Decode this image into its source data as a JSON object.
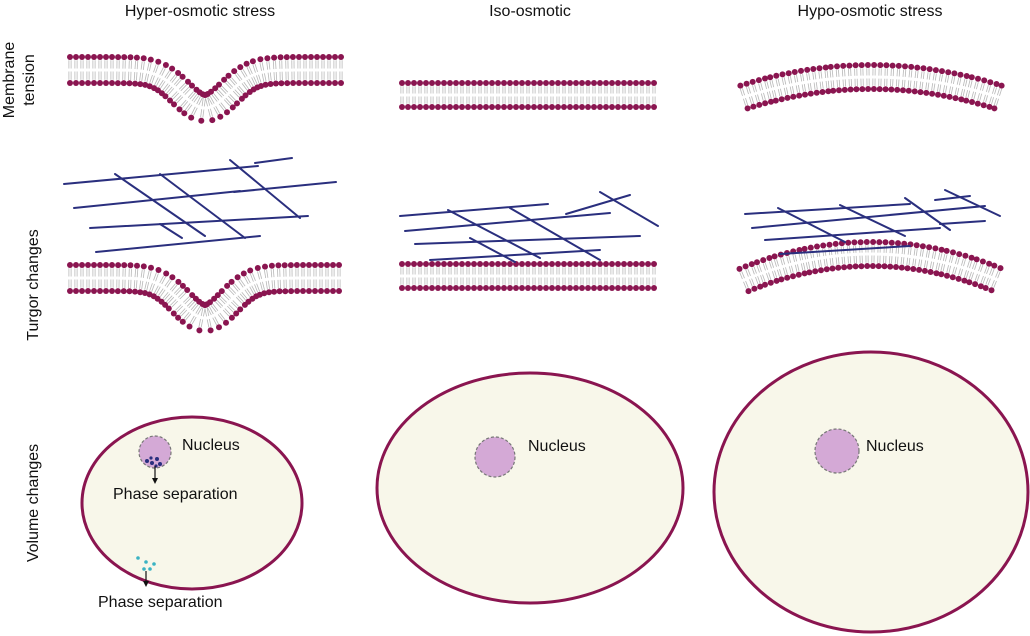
{
  "columns": {
    "hyper": "Hyper-osmotic stress",
    "iso": "Iso-osmotic",
    "hypo": "Hypo-osmotic stress"
  },
  "rows": {
    "membrane_tension_line1": "Membrane",
    "membrane_tension_line2": "tension",
    "turgor": "Turgor changes",
    "volume": "Volume changes"
  },
  "labels": {
    "nucleus": "Nucleus",
    "phase_separation": "Phase separation"
  },
  "colors": {
    "lipid_head": "#8a1550",
    "lipid_tail": "#b8b8b8",
    "fiber": "#2a2f7e",
    "cell_fill": "#f8f7ea",
    "cell_border": "#8a1550",
    "nucleus_fill": "#d4a9d6",
    "condensate_dark": "#2a2f7e",
    "condensate_teal": "#3bb3c3"
  }
}
